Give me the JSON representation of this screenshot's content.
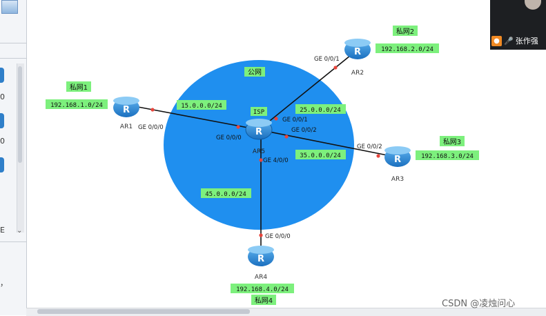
{
  "cloud": {
    "label": "公网",
    "isp_label": "ISP"
  },
  "routers": [
    {
      "id": "AR1",
      "label": "AR1",
      "lan": "私网1",
      "lan_net": "192.168.1.0/24"
    },
    {
      "id": "AR2",
      "label": "AR2",
      "lan": "私网2",
      "lan_net": "192.168.2.0/24"
    },
    {
      "id": "AR3",
      "label": "AR3",
      "lan": "私网3",
      "lan_net": "192.168.3.0/24"
    },
    {
      "id": "AR4",
      "label": "AR4",
      "lan": "私网4",
      "lan_net": "192.168.4.0/24"
    },
    {
      "id": "AR5",
      "label": "AR5"
    }
  ],
  "links": [
    {
      "net": "15.0.0.0/24",
      "a_if": "GE 0/0/0",
      "b_if": "GE 0/0/0"
    },
    {
      "net": "25.0.0.0/24",
      "a_if": "GE 0/0/1",
      "b_if": "GE 0/0/1"
    },
    {
      "net": "35.0.0.0/24",
      "a_if": "GE 0/0/2",
      "b_if": "GE 0/0/2"
    },
    {
      "net": "45.0.0.0/24",
      "a_if": "GE 4/0/0",
      "b_if": "GE 0/0/0"
    }
  ],
  "overlay": {
    "presenter_name": "张作强",
    "watermark": "CSDN @凌烛问心"
  },
  "left_panel": {
    "digits": [
      "0",
      "0"
    ],
    "letter": "E",
    "comma": "，"
  },
  "colors": {
    "cloud": "#1f8fef",
    "label_bg": "#7df07d",
    "router": "#2a8ad8",
    "port_dot": "#e8453c"
  }
}
